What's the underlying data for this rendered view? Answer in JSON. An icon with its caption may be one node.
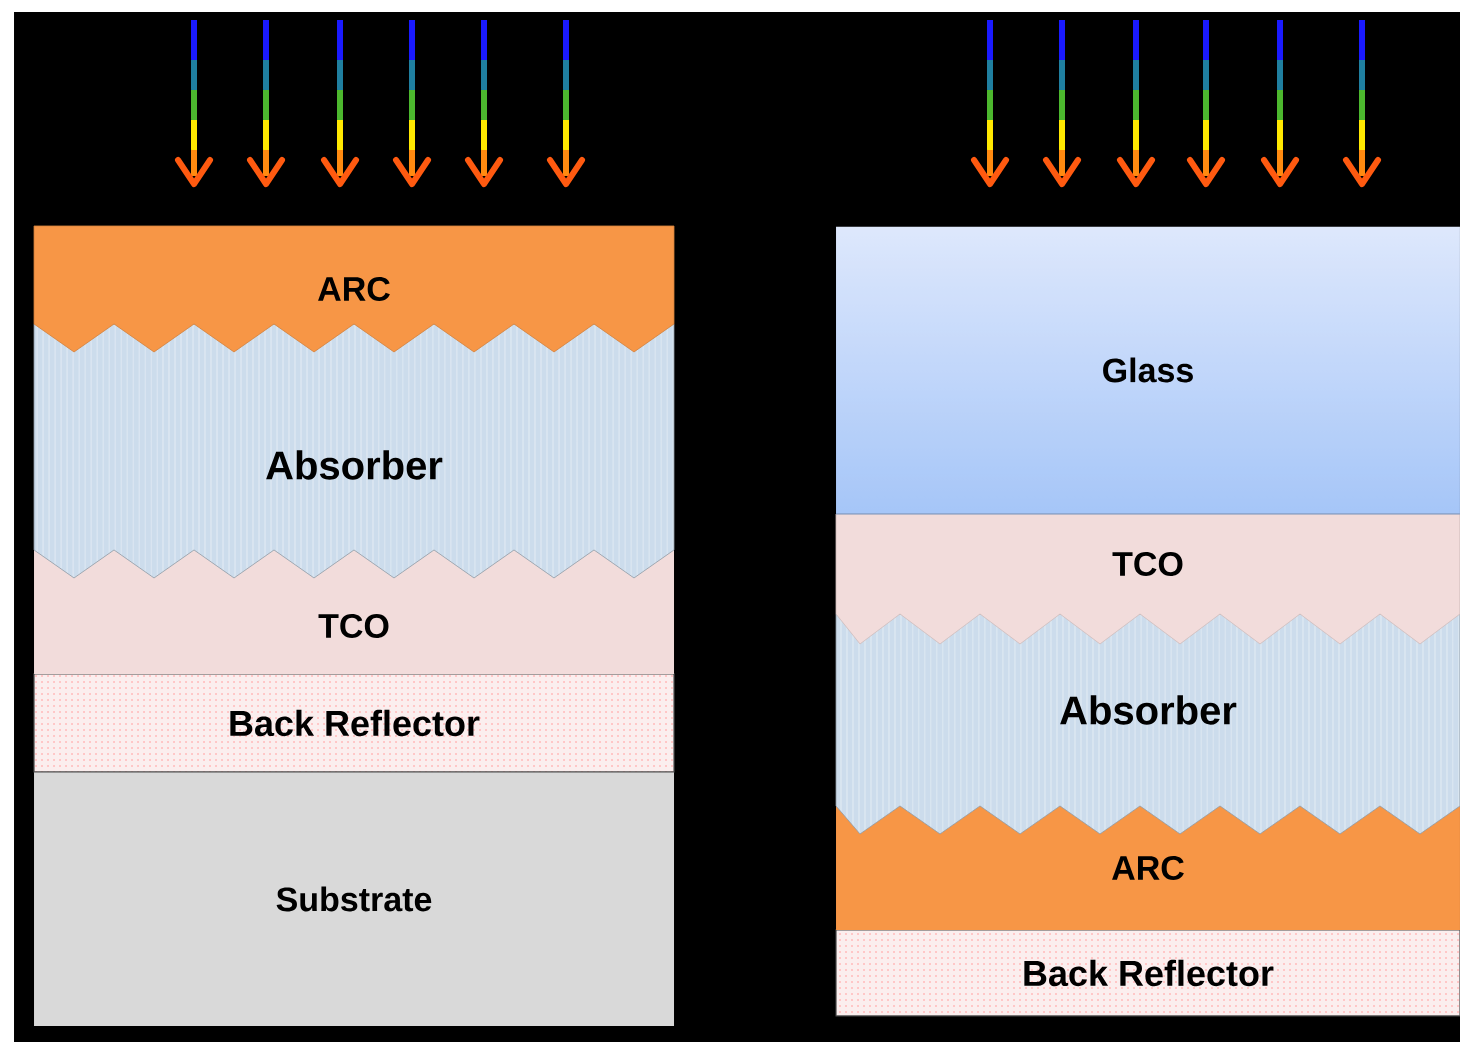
{
  "diagram": {
    "nodes": [
      {
        "text": [
          "ARC"
        ]
      },
      {
        "text": [
          "Absorber"
        ]
      },
      {
        "text": [
          "TCO"
        ]
      },
      {
        "text": [
          "Back Reflector"
        ]
      },
      {
        "text": [
          "Substrate"
        ]
      },
      {
        "text": [
          "Glass"
        ]
      },
      {
        "text": [
          "TCO"
        ]
      },
      {
        "text": [
          "Absorber"
        ]
      },
      {
        "text": [
          "ARC"
        ]
      },
      {
        "text": [
          "Back Reflector"
        ]
      }
    ]
  }
}
